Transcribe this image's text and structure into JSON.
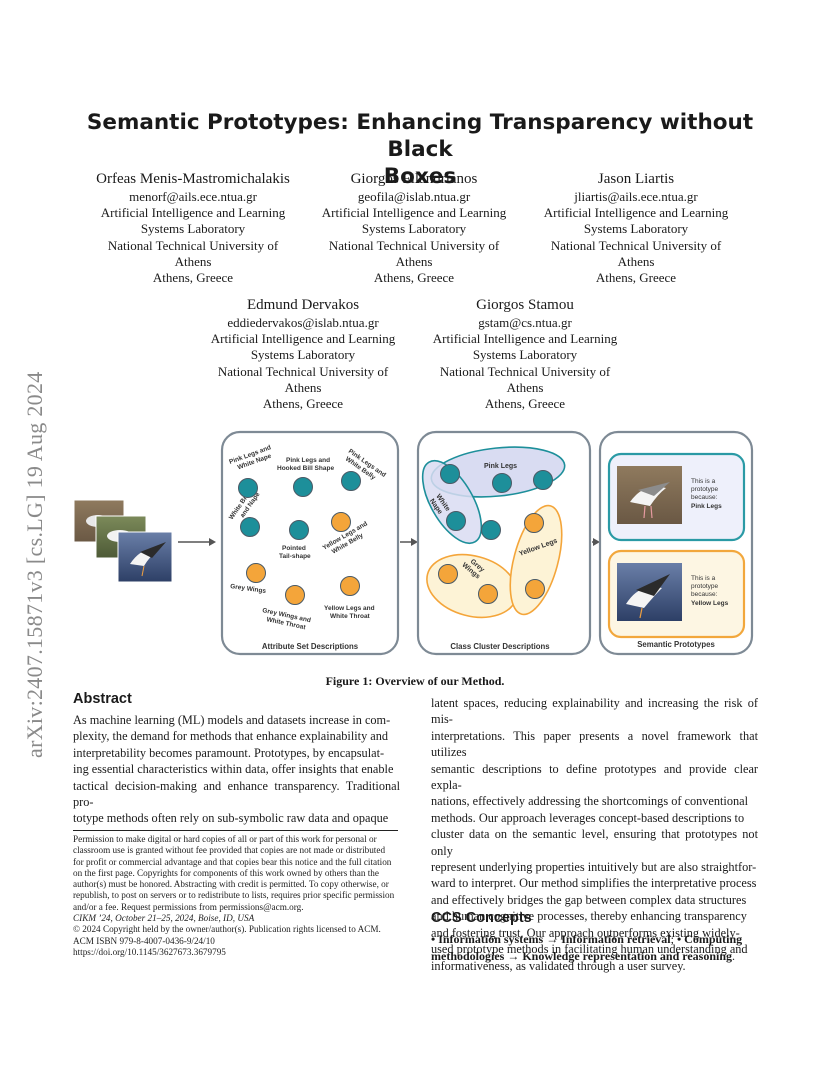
{
  "arxiv_id": "arXiv:2407.15871v3  [cs.LG]  19 Aug 2024",
  "title_line1": "Semantic Prototypes: Enhancing Transparency without Black",
  "title_line2": "Boxes",
  "authors": [
    {
      "name": "Orfeas Menis-Mastromichalakis",
      "email": "menorf@ails.ece.ntua.gr",
      "aff1": "Artificial Intelligence and Learning",
      "aff2": "Systems Laboratory",
      "aff3": "National Technical University of",
      "aff4": "Athens",
      "loc": "Athens, Greece"
    },
    {
      "name": "Giorgos Filandrianos",
      "email": "geofila@islab.ntua.gr",
      "aff1": "Artificial Intelligence and Learning",
      "aff2": "Systems Laboratory",
      "aff3": "National Technical University of",
      "aff4": "Athens",
      "loc": "Athens, Greece"
    },
    {
      "name": "Jason Liartis",
      "email": "jliartis@ails.ece.ntua.gr",
      "aff1": "Artificial Intelligence and Learning",
      "aff2": "Systems Laboratory",
      "aff3": "National Technical University of",
      "aff4": "Athens",
      "loc": "Athens, Greece"
    },
    {
      "name": "Edmund Dervakos",
      "email": "eddiedervakos@islab.ntua.gr",
      "aff1": "Artificial Intelligence and Learning",
      "aff2": "Systems Laboratory",
      "aff3": "National Technical University of",
      "aff4": "Athens",
      "loc": "Athens, Greece"
    },
    {
      "name": "Giorgos Stamou",
      "email": "gstam@cs.ntua.gr",
      "aff1": "Artificial Intelligence and Learning",
      "aff2": "Systems Laboratory",
      "aff3": "National Technical University of",
      "aff4": "Athens",
      "loc": "Athens, Greece"
    }
  ],
  "figure": {
    "panel1_title": "Attribute Set Descriptions",
    "panel2_title": "Class Cluster Descriptions",
    "panel3_title": "Semantic Prototypes",
    "labels": {
      "pink_legs_white_nape": "Pink Legs and White Nape",
      "pink_legs_hooked": "Pink Legs and Hooked Bill Shape",
      "pink_legs_white_belly": "Pink Legs and White Belly",
      "white_breast_nape": "White Breast and Nape",
      "pointed_tail": "Pointed Tail-shape",
      "yellow_legs_white_belly": "Yellow Legs and White Belly",
      "grey_wings": "Grey Wings",
      "grey_wings_white_throat": "Grey Wings and White Throat",
      "yellow_legs_white_throat": "Yellow Legs and White Throat",
      "cluster_pink_legs": "Pink Legs",
      "cluster_white_nape": "White Nape",
      "cluster_grey_wings": "Grey Wings",
      "cluster_yellow_legs": "Yellow Legs",
      "proto_this_is_a": "This is a",
      "proto_prototype": "prototype",
      "proto_because": "because:",
      "proto1_reason": "Pink Legs",
      "proto2_reason": "Yellow Legs"
    },
    "colors": {
      "teal": "#1d8f9a",
      "orange": "#f4a53a",
      "teal_border": "#2a9aa5",
      "orange_border": "#f2a73c",
      "panel_border": "#7e8a95",
      "lavender": "#d9dcf2",
      "cream": "#fdf3d6"
    }
  },
  "caption": "Figure 1: Overview of our Method.",
  "abstract_heading": "Abstract",
  "abstract_left": [
    "As machine learning (ML) models and datasets increase in com-",
    "plexity, the demand for methods that enhance explainability and",
    "interpretability becomes paramount. Prototypes, by encapsulat-",
    "ing essential characteristics within data, offer insights that enable",
    "tactical decision-making and enhance transparency. Traditional pro-",
    "totype methods often rely on sub-symbolic raw data and opaque"
  ],
  "abstract_right": [
    "latent spaces, reducing explainability and increasing the risk of mis-",
    "interpretations. This paper presents a novel framework that utilizes",
    "semantic descriptions to define prototypes and provide clear expla-",
    "nations, effectively addressing the shortcomings of conventional",
    "methods. Our approach leverages concept-based descriptions to",
    "cluster data on the semantic level, ensuring that prototypes not only",
    "represent underlying properties intuitively but are also straightfor-",
    "ward to interpret. Our method simplifies the interpretative process",
    "and effectively bridges the gap between complex data structures",
    "and human cognitive processes, thereby enhancing transparency",
    "and fostering trust. Our approach outperforms existing widely-",
    "used prototype methods in facilitating human understanding and",
    "informativeness, as validated through a user survey."
  ],
  "footnote": {
    "permission": [
      "Permission to make digital or hard copies of all or part of this work for personal or",
      "classroom use is granted without fee provided that copies are not made or distributed",
      "for profit or commercial advantage and that copies bear this notice and the full citation",
      "on the first page. Copyrights for components of this work owned by others than the",
      "author(s) must be honored. Abstracting with credit is permitted. To copy otherwise, or",
      "republish, to post on servers or to redistribute to lists, requires prior specific permission",
      "and/or a fee. Request permissions from permissions@acm.org."
    ],
    "conf": "CIKM ’24, October 21–25, 2024, Boise, ID, USA",
    "copyright": "© 2024 Copyright held by the owner/author(s). Publication rights licensed to ACM.",
    "isbn": "ACM ISBN 979-8-4007-0436-9/24/10",
    "doi": "https://doi.org/10.1145/3627673.3679795"
  },
  "ccs_heading": "CCS Concepts",
  "ccs": {
    "bullet1": "• Information systems",
    "arrow1": " → ",
    "term1": "Information retrieval",
    "sep": "; ",
    "bullet2": "• Computing",
    "bullet2b": "methodologies",
    "term2": "Knowledge representation and reasoning",
    "end": "."
  }
}
